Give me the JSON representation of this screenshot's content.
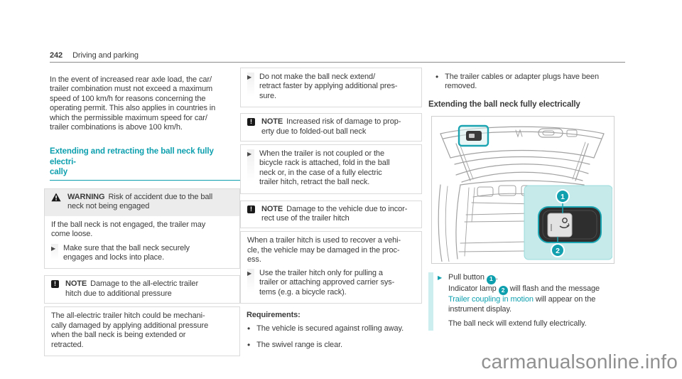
{
  "header": {
    "page_number": "242",
    "chapter": "Driving and parking"
  },
  "watermark": "carmanualsonline.info",
  "colors": {
    "accent_teal": "#0d9fae",
    "accent_teal_light": "#cdeeee",
    "inset_panel": "#c6e9e9",
    "warning_title_bg": "#ececec",
    "box_border": "#dadada",
    "body_text": "#3b3b3b",
    "watermark_gray": "#909090"
  },
  "col1": {
    "intro": "In the event of increased rear axle load, the car/\ntrailer combination must not exceed a maximum\nspeed of 100 km/h for reasons concerning the\noperating permit. This also applies in countries in\nwhich the permissible maximum speed for car/\ntrailer combinations is above 100 km/h.",
    "section_heading": "Extending and retracting the ball neck fully electri-\ncally",
    "warning": {
      "label": "WARNING",
      "title": "Risk of accident due to the ball\nneck not being engaged",
      "body": "If the ball neck is not engaged, the trailer may\ncome loose.",
      "action": "Make sure that the ball neck securely\nengages and locks into place."
    },
    "note1": {
      "label": "NOTE",
      "title": "Damage to the all-electric trailer\nhitch due to additional pressure",
      "body": "The all-electric trailer hitch could be mechani-\ncally damaged by applying additional pressure\nwhen the ball neck is being extended or\nretracted."
    }
  },
  "col2": {
    "note1_action": "Do not make the ball neck extend/\nretract faster by applying additional pres-\nsure.",
    "note2": {
      "label": "NOTE",
      "title": "Increased risk of damage to prop-\nerty due to folded-out ball neck",
      "action": "When the trailer is not coupled or the\nbicycle rack is attached, fold in the ball\nneck or, in the case of a fully electric\ntrailer hitch, retract the ball neck."
    },
    "note3": {
      "label": "NOTE",
      "title": "Damage to the vehicle due to incor-\nrect use of the trailer hitch",
      "body": "When a trailer hitch is used to recover a vehi-\ncle, the vehicle may be damaged in the proc-\ness.",
      "action": "Use the trailer hitch only for pulling a\ntrailer or attaching approved carrier sys-\ntems (e.g. a bicycle rack)."
    },
    "requirements": {
      "heading": "Requirements:",
      "items": [
        "The vehicle is secured against rolling away.",
        "The swivel range is clear."
      ]
    }
  },
  "col3": {
    "requirement_item": "The trailer cables or adapter plugs have been\nremoved.",
    "subheading": "Extending the ball neck fully electrically",
    "figure": {
      "description": "open-tailgate-with-trailer-hitch-button",
      "callout_1": "1",
      "callout_2": "2"
    },
    "step": {
      "a1": "Pull button ",
      "n1": "1",
      "a2": ".",
      "b1": "Indicator lamp ",
      "n2": "2",
      "b2": "  will flash and the message",
      "link": "Trailer coupling in motion",
      "c2": " will appear on the",
      "d1": "instrument display.",
      "result": "The ball neck will extend fully electrically."
    }
  }
}
